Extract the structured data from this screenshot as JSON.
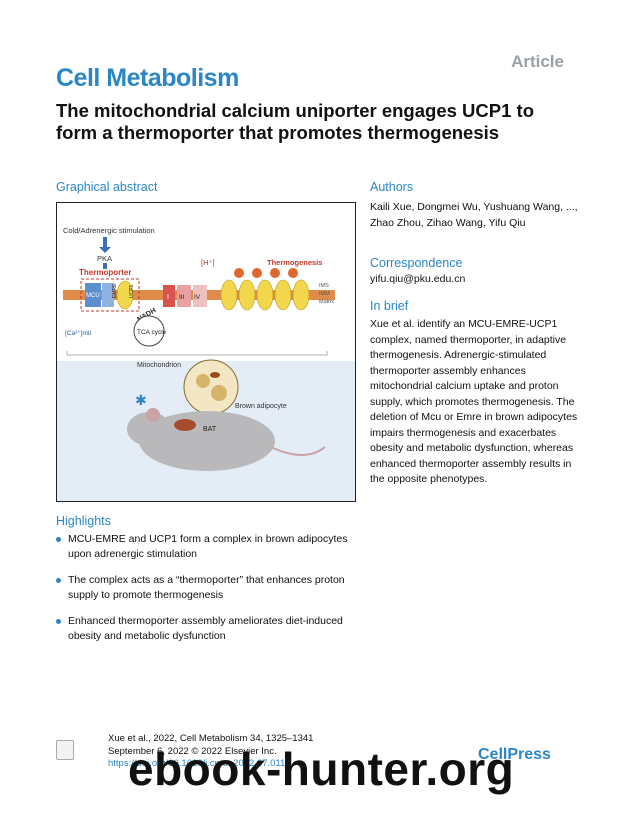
{
  "article_tag": "Article",
  "journal": "Cell Metabolism",
  "title": "The mitochondrial calcium uniporter engages UCP1 to form a thermoporter that promotes thermogenesis",
  "graphical_abstract": {
    "heading": "Graphical abstract",
    "labels": {
      "stimulation": "Cold/Adrenergic stimulation",
      "pka": "PKA",
      "thermoporter": "Thermoporter",
      "mcu": "MCU",
      "emre": "EMRE",
      "ucp1": "UCP1",
      "complex1": "I",
      "complex3": "III",
      "complex4": "IV",
      "h_plus": "[H⁺]",
      "thermogenesis": "Thermogenesis",
      "nadh": "NADH",
      "tca": "TCA cycle",
      "ca_mit": "[Ca²⁺]mit",
      "ims": "IMS",
      "imm": "IMM",
      "matrix": "Matrix",
      "mitochondrion": "Mitochondrion",
      "brown_adipocyte": "Brown adipocyte",
      "bat": "BAT"
    }
  },
  "authors": {
    "heading": "Authors",
    "text": "Kaili Xue, Dongmei Wu, Yushuang Wang, ..., Zhao Zhou, Zihao Wang, Yifu Qiu"
  },
  "correspondence": {
    "heading": "Correspondence",
    "email": "yifu.qiu@pku.edu.cn"
  },
  "in_brief": {
    "heading": "In brief",
    "text": "Xue et al. identify an MCU-EMRE-UCP1 complex, named thermoporter, in adaptive thermogenesis. Adrenergic-stimulated thermoporter assembly enhances mitochondrial calcium uptake and proton supply, which promotes thermogenesis. The deletion of Mcu or Emre in brown adipocytes impairs thermogenesis and exacerbates obesity and metabolic dysfunction, whereas enhanced thermoporter assembly results in the opposite phenotypes."
  },
  "highlights": {
    "heading": "Highlights",
    "items": [
      "MCU-EMRE and UCP1 form a complex in brown adipocytes upon adrenergic stimulation",
      "The complex acts as a “thermoporter” that enhances proton supply to promote thermogenesis",
      "Enhanced thermoporter assembly ameliorates diet-induced obesity and metabolic dysfunction"
    ]
  },
  "citation": {
    "line1": "Xue et al., 2022, Cell Metabolism 34, 1325–1341",
    "line2": "September 6, 2022 © 2022 Elsevier Inc.",
    "doi": "https://doi.org/10.1016/j.cmet.2022.07.011"
  },
  "publisher": "CellPress",
  "watermark": "ebook-hunter.org",
  "colors": {
    "accent": "#2a86c5",
    "thermo_red": "#c0392b",
    "ucp1_yellow": "#f2d64b"
  }
}
